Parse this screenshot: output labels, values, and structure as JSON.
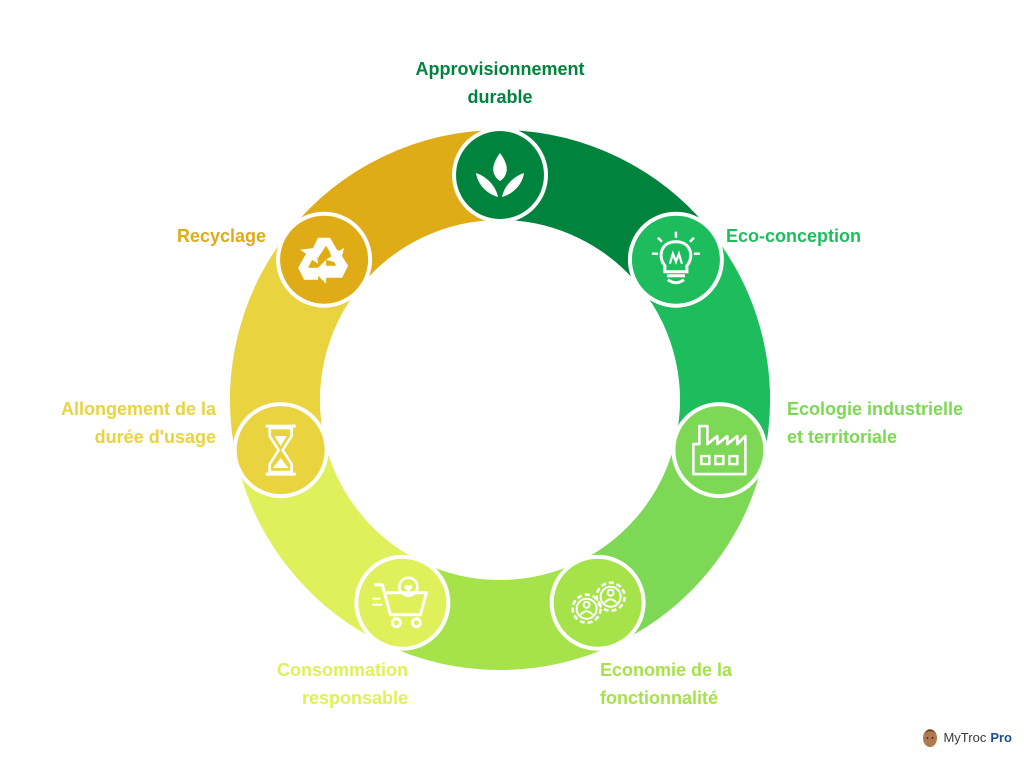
{
  "diagram": {
    "segments": [
      {
        "id": "approvisionnement",
        "color": "#00843d",
        "icon": "leaf-sprout-icon",
        "label_lines": [
          "Approvisionnement",
          "durable"
        ]
      },
      {
        "id": "eco-conception",
        "color": "#1dbd5e",
        "icon": "lightbulb-icon",
        "label_lines": [
          "Eco-conception"
        ]
      },
      {
        "id": "ecologie-industrielle",
        "color": "#7dd855",
        "icon": "factory-icon",
        "label_lines": [
          "Ecologie industrielle",
          "et territoriale"
        ]
      },
      {
        "id": "economie-fonctionnalite",
        "color": "#a6e24a",
        "icon": "gears-people-icon",
        "label_lines": [
          "Economie de la",
          "fonctionnalité"
        ]
      },
      {
        "id": "consommation",
        "color": "#dff05a",
        "icon": "shopping-cart-icon",
        "label_lines": [
          "Consommation",
          "responsable"
        ]
      },
      {
        "id": "allongement",
        "color": "#e9d33f",
        "icon": "hourglass-icon",
        "label_lines": [
          "Allongement de la",
          "durée d'usage"
        ]
      },
      {
        "id": "recyclage",
        "color": "#dfab16",
        "icon": "recycle-icon",
        "label_lines": [
          "Recyclage"
        ]
      }
    ]
  },
  "brand": {
    "name": "MyTroc",
    "suffix": "Pro",
    "icon": "avatar-icon"
  }
}
